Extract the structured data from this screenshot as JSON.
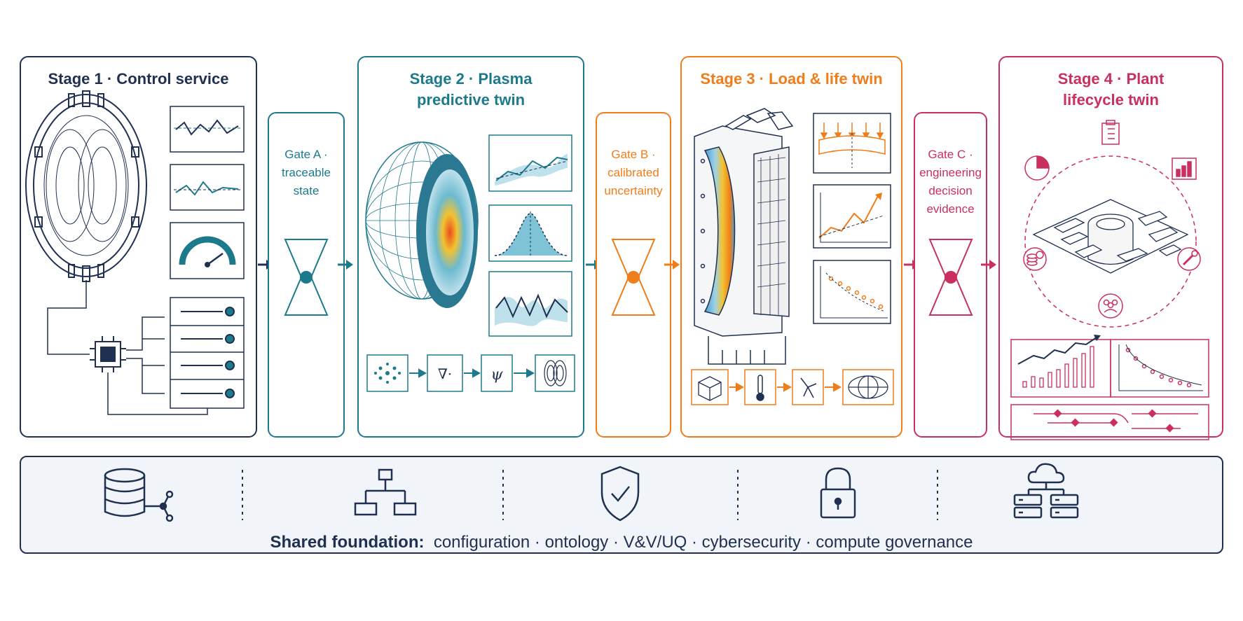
{
  "colors": {
    "navy": "#1f3050",
    "teal": "#1d7a8c",
    "orange": "#ef7d1a",
    "crimson": "#c9305e"
  },
  "stages": [
    {
      "title": "Stage 1 · Control service"
    },
    {
      "title_line1": "Stage 2 · Plasma",
      "title_line2": "predictive twin"
    },
    {
      "title": "Stage 3 · Load & life twin"
    },
    {
      "title_line1": "Stage 4 · Plant",
      "title_line2": "lifecycle twin"
    }
  ],
  "gates": [
    {
      "line1": "Gate A ·",
      "line2": "traceable",
      "line3": "state"
    },
    {
      "line1": "Gate B ·",
      "line2": "calibrated",
      "line3": "uncertainty"
    },
    {
      "line1": "Gate C ·",
      "line2": "engineering",
      "line3": "decision",
      "line4": "evidence"
    }
  ],
  "stage2_pipeline": {
    "step2": "∇·",
    "step3": "ψ"
  },
  "foundation": {
    "label": "Shared foundation:",
    "items": "configuration · ontology · V&V/UQ · cybersecurity · compute governance",
    "icons": [
      "database-network-icon",
      "hierarchy-icon",
      "shield-check-icon",
      "lock-icon",
      "cloud-server-icon"
    ]
  }
}
